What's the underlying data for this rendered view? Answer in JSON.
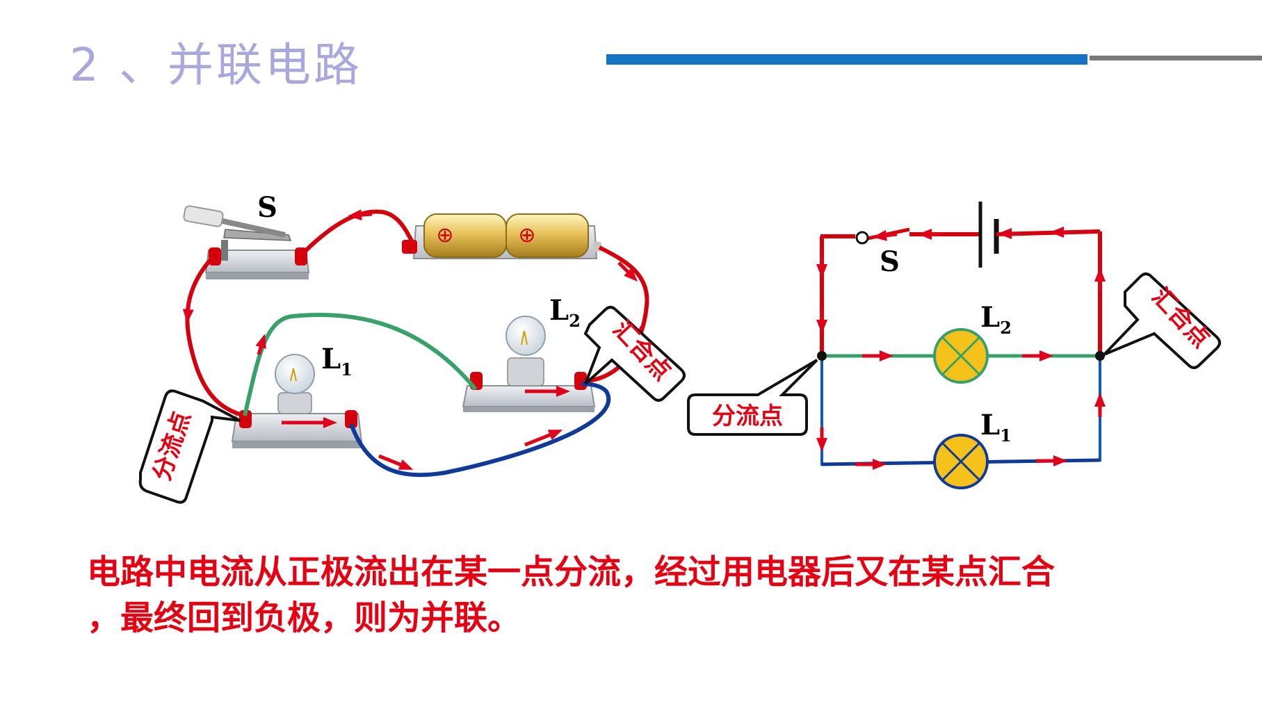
{
  "slide": {
    "title": "2 、并联电路",
    "caption_line1": "电路中电流从正极流出在某一点分流，经过用电器后又在某点汇合",
    "caption_line2": "，最终回到负极，则为并联。"
  },
  "physical_diagram": {
    "switch_label": "S",
    "lamp1_label": "L",
    "lamp1_sub": "1",
    "lamp2_label": "L",
    "lamp2_sub": "2",
    "battery_symbol": "⊕",
    "split_point_label": "分流点",
    "join_point_label": "汇合点"
  },
  "schematic": {
    "switch_label": "S",
    "lamp1_label": "L",
    "lamp1_sub": "1",
    "lamp2_label": "L",
    "lamp2_sub": "2",
    "split_point_label": "分流点",
    "join_point_label": "汇合点"
  },
  "colors": {
    "title": "#a9a8de",
    "main_wire": "#d4000c",
    "branch_l2_wire": "#3aa06a",
    "branch_l1_wire": "#0f3a9a",
    "lamp_fill": "#f5c21b",
    "caption": "#e60012"
  }
}
